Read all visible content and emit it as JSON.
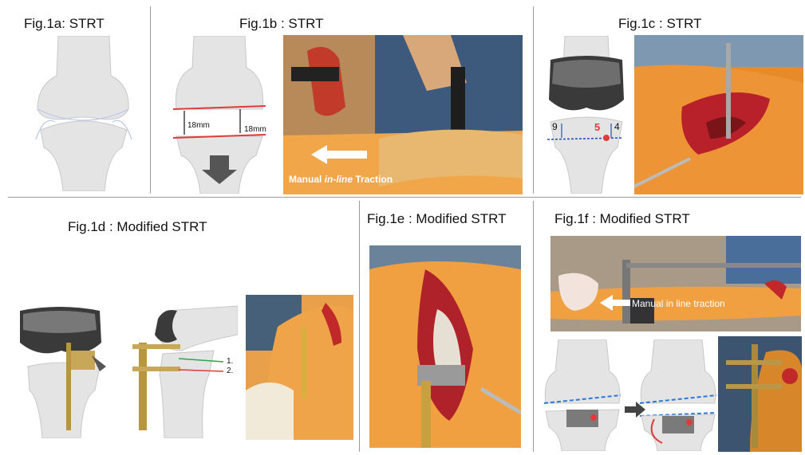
{
  "panels": {
    "a": {
      "title": "Fig.1a: STRT"
    },
    "b": {
      "title": "Fig.1b : STRT",
      "label_left": "18mm",
      "label_right": "18mm",
      "traction_prefix": "Manual ",
      "traction_italic": "in-line",
      "traction_suffix": " Traction"
    },
    "c": {
      "title": "Fig.1c : STRT",
      "num_left": "9",
      "num_center": "5",
      "num_right": "4"
    },
    "d": {
      "title": "Fig.1d : Modified STRT",
      "marker_1": "1.",
      "marker_2": "2."
    },
    "e": {
      "title": "Fig.1e : Modified STRT"
    },
    "f": {
      "title": "Fig.1f : Modified STRT",
      "traction_label": "Manual in line traction"
    }
  }
}
